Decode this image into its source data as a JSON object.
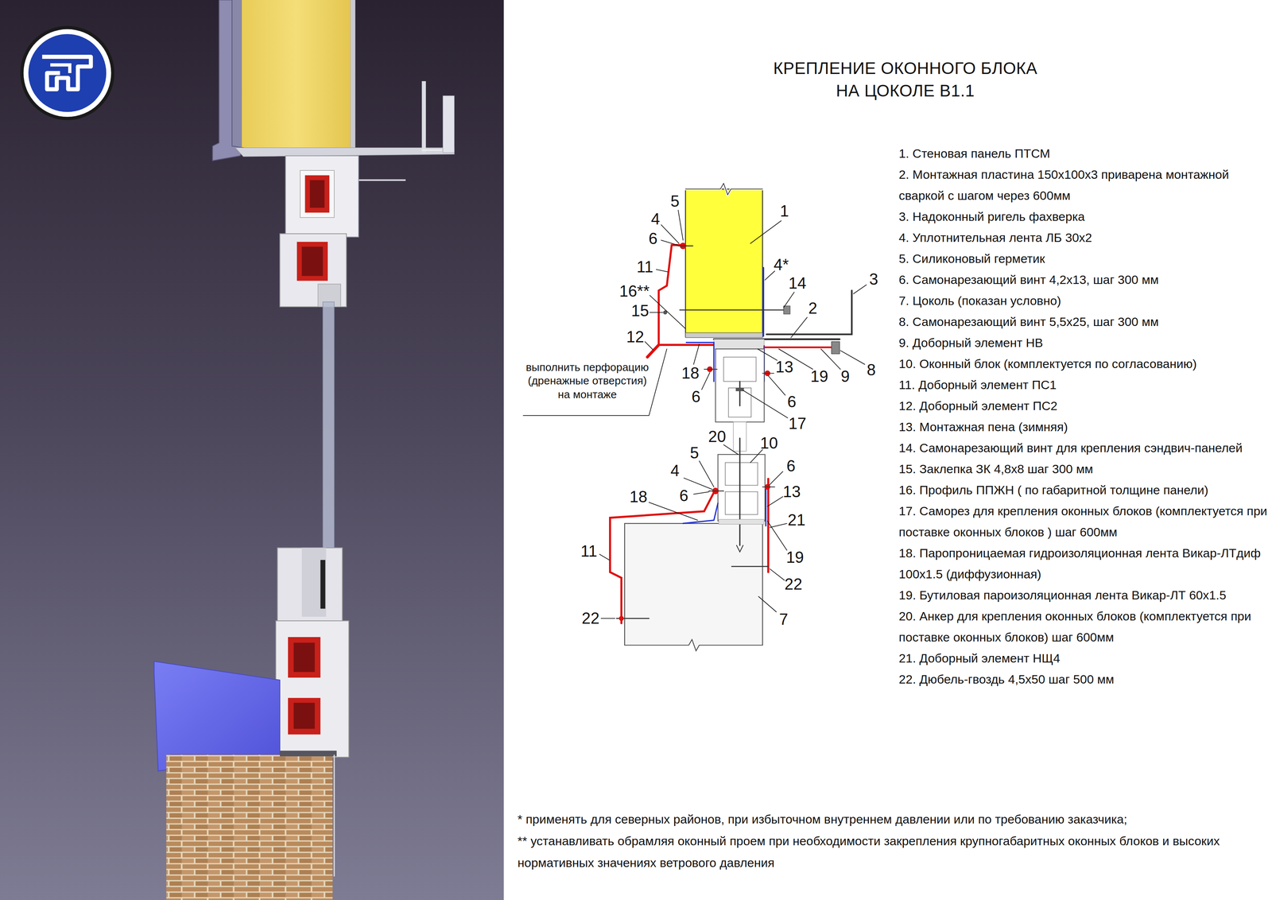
{
  "diagram": {
    "title": "КРЕПЛЕНИЕ ОКОННОГО БЛОКА НА ЦОКОЛЕ В1.1",
    "labels": [
      "1",
      "5",
      "4",
      "6",
      "11",
      "16**",
      "15",
      "12",
      "18",
      "6",
      "4*",
      "14",
      "3",
      "2",
      "13",
      "19",
      "9",
      "8",
      "6",
      "17",
      "20",
      "10",
      "5",
      "4",
      "6",
      "6",
      "18",
      "13",
      "21",
      "11",
      "19",
      "22",
      "22",
      "7",
      "выполнить перфорацию (дренажные отверстия) на монтаже",
      "1. Стеновая панель ПТСМ",
      "2. Монтажная пластина 150х100х3 приварена монтажной сваркой с шагом через 600мм",
      "3. Надоконный ригель фахверка",
      "4. Уплотнительная лента ЛБ 30х2",
      "5. Силиконовый герметик",
      "6. Самонарезающий винт 4,2х13, шаг 300 мм",
      "7. Цоколь (показан условно)",
      "8. Самонарезающий винт 5,5х25, шаг 300 мм",
      "9. Доборный элемент НВ",
      "10. Оконный блок (комплектуется по согласованию)",
      "11. Доборный элемент ПС1",
      "12. Доборный элемент ПС2",
      "13. Монтажная пена (зимняя)",
      "14. Самонарезающий винт для крепления сэндвич-панелей",
      "15. Заклепка ЗК 4,8х8 шаг 300 мм",
      "16. Профиль ППЖН ( по габаритной толщине панели)",
      "17. Саморез для крепления оконных блоков (комплектуется при поставке оконных блоков ) шаг 600мм",
      "18. Паропроницаемая гидроизоляционная лента Викар-ЛТдиф 100х1.5 (диффузионная)",
      "19. Бутиловая пароизоляционная лента Викар-ЛТ 60х1.5",
      "20. Анкер для крепления оконных блоков (комплектуется при поставке оконных блоков) шаг 600мм",
      "21. Доборный элемент НЩ4",
      "22. Дюбель-гвоздь 4,5х50 шаг 500 мм",
      "* применять для северных районов, при избыточном внутреннем давлении или по требованию заказчика;",
      "** устанавливать обрамляя оконный проем при необходимости закрепления крупногабаритных оконных блоков и высоких нормативных значениях ветрового давления"
    ]
  }
}
